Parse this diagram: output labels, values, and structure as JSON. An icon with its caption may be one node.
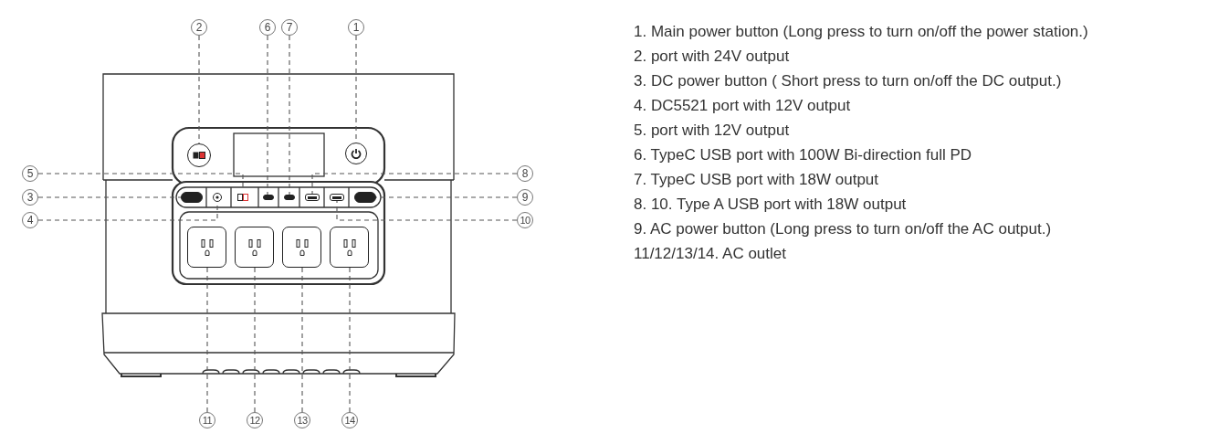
{
  "diagram": {
    "nodes": [
      {
        "text": [
          "2"
        ]
      },
      {
        "text": [
          "6"
        ]
      },
      {
        "text": [
          "7"
        ]
      },
      {
        "text": [
          "1"
        ]
      },
      {
        "text": [
          "5"
        ]
      },
      {
        "text": [
          "8"
        ]
      },
      {
        "text": [
          "3"
        ]
      },
      {
        "text": [
          "9"
        ]
      },
      {
        "text": [
          "4"
        ]
      },
      {
        "text": [
          "10"
        ]
      },
      {
        "text": [
          "11"
        ]
      },
      {
        "text": [
          "12"
        ]
      },
      {
        "text": [
          "13"
        ]
      },
      {
        "text": [
          "14"
        ]
      },
      {
        "text": [],
        "shape": "circle"
      },
      {
        "text": [],
        "shape": "circle"
      },
      {
        "text": [],
        "shape": "box"
      },
      {
        "text": [],
        "shape": "circle"
      },
      {
        "text": [],
        "shape": "box"
      },
      {
        "text": [],
        "shape": "box"
      },
      {
        "text": [],
        "shape": "box"
      },
      {
        "text": [],
        "shape": "box"
      },
      {
        "text": [],
        "shape": "box"
      },
      {
        "text": [],
        "shape": "box"
      },
      {
        "text": [],
        "shape": "box"
      },
      {
        "text": [],
        "shape": "box"
      },
      {
        "text": [],
        "shape": "box"
      },
      {
        "text": [],
        "shape": "box"
      }
    ],
    "edges": [
      {
        "from": 0,
        "to": 14,
        "arrow": "none",
        "style": "dashed"
      },
      {
        "from": 1,
        "to": 19,
        "arrow": "none",
        "style": "dashed"
      },
      {
        "from": 2,
        "to": 20,
        "arrow": "none",
        "style": "dashed"
      },
      {
        "from": 3,
        "to": 15,
        "arrow": "none",
        "style": "dashed"
      },
      {
        "from": 4,
        "to": 18,
        "arrow": "none",
        "style": "dashed"
      },
      {
        "from": 5,
        "to": 21,
        "arrow": "none",
        "style": "dashed"
      },
      {
        "from": 6,
        "to": 16,
        "arrow": "none",
        "style": "dashed"
      },
      {
        "from": 7,
        "to": 23,
        "arrow": "none",
        "style": "dashed"
      },
      {
        "from": 8,
        "to": 17,
        "arrow": "none",
        "style": "dashed"
      },
      {
        "from": 9,
        "to": 22,
        "arrow": "none",
        "style": "dashed"
      },
      {
        "from": 10,
        "to": 24,
        "arrow": "none",
        "style": "dashed"
      },
      {
        "from": 11,
        "to": 25,
        "arrow": "none",
        "style": "dashed"
      },
      {
        "from": 12,
        "to": 26,
        "arrow": "none",
        "style": "dashed"
      },
      {
        "from": 13,
        "to": 27,
        "arrow": "none",
        "style": "dashed"
      }
    ],
    "labels": [
      "1. Main power button (Long press to turn on/off the power station.)",
      "2. port with 24V output",
      "3. DC power button ( Short press to turn on/off the DC output.)",
      "4. DC5521 port with 12V output",
      "5. port with 12V output",
      "6. TypeC USB port with 100W Bi-direction full PD",
      "7. TypeC USB port with 18W output",
      "8. 10. Type A USB port with 18W output",
      "9. AC power button (Long press to turn on/off the AC output.)",
      "11/12/13/14. AC outlet"
    ]
  }
}
